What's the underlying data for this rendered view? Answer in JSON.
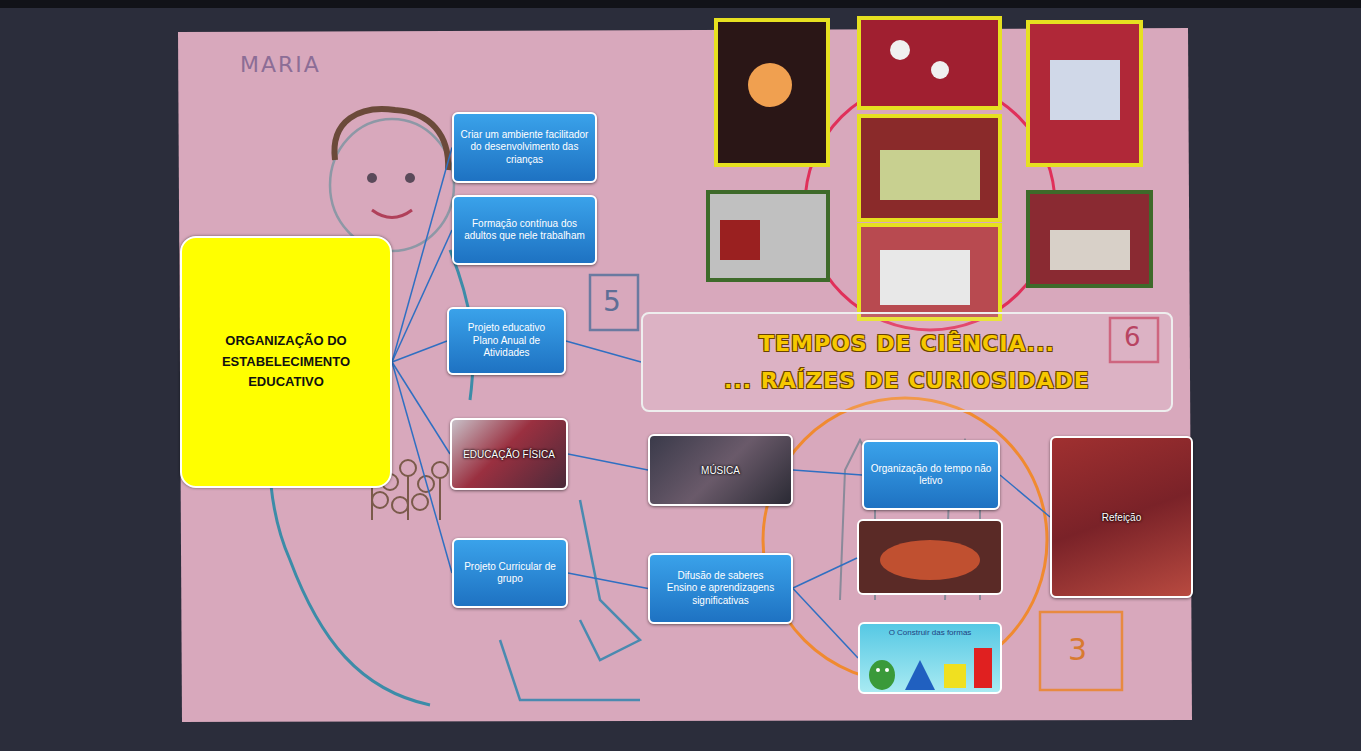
{
  "diagram": {
    "nodes": [
      {
        "text": [
          "ORGANIZAÇÃO DO ESTABELECIMENTO EDUCATIVO"
        ]
      },
      {
        "text": [
          "Criar um ambiente facilitador do desenvolvimento das crianças"
        ]
      },
      {
        "text": [
          "Formação contínua dos adultos que nele trabalham"
        ]
      },
      {
        "text": [
          "Projeto educativo",
          "Plano Anual de Atividades"
        ]
      },
      {
        "text": [
          "TEMPOS DE CIÊNCIA...",
          "... RAÍZES DE CURIOSIDADE"
        ]
      },
      {
        "text": [
          "EDUCAÇÃO FÍSICA"
        ]
      },
      {
        "text": [
          "MÚSICA"
        ]
      },
      {
        "text": [
          "Organização do tempo não letivo"
        ]
      },
      {
        "text": [
          "Refeição"
        ]
      },
      {
        "text": [
          "Projeto Curricular de grupo"
        ]
      },
      {
        "text": [
          "Difusão de saberes",
          "Ensino e aprendizagens significativas"
        ]
      },
      {
        "text": [
          "O Construir das formas"
        ]
      }
    ],
    "edges": [
      {
        "from": 0,
        "to": 1,
        "arrow": "none"
      },
      {
        "from": 0,
        "to": 2,
        "arrow": "none"
      },
      {
        "from": 0,
        "to": 3,
        "arrow": "none"
      },
      {
        "from": 0,
        "to": 5,
        "arrow": "none"
      },
      {
        "from": 0,
        "to": 9,
        "arrow": "none"
      },
      {
        "from": 3,
        "to": 4,
        "arrow": "none"
      },
      {
        "from": 5,
        "to": 6,
        "arrow": "none"
      },
      {
        "from": 6,
        "to": 7,
        "arrow": "none"
      },
      {
        "from": 7,
        "to": 8,
        "arrow": "none"
      },
      {
        "from": 9,
        "to": 10,
        "arrow": "none"
      },
      {
        "from": 10,
        "to": 11,
        "arrow": "none"
      }
    ],
    "labels": [
      "MARIA",
      "5",
      "6",
      "3"
    ]
  }
}
